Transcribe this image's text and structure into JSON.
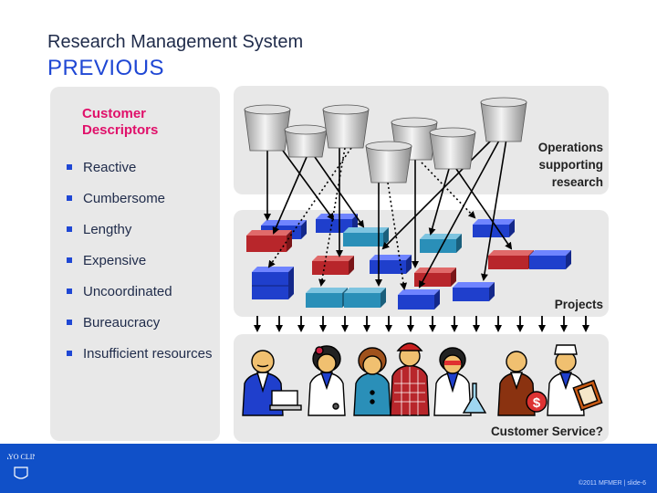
{
  "slide": {
    "title": "Research Management System",
    "subtitle": "PREVIOUS"
  },
  "customer_panel": {
    "heading": "Customer Descriptors",
    "items": [
      {
        "label": "Reactive"
      },
      {
        "label": "Cumbersome"
      },
      {
        "label": "Lengthy"
      },
      {
        "label": "Expensive"
      },
      {
        "label": "Uncoordinated"
      },
      {
        "label": "Bureaucracy"
      },
      {
        "label": "Insufficient resources"
      }
    ]
  },
  "labels": {
    "operations": "Operations supporting research",
    "projects": "Projects",
    "customer_service": "Customer Service?"
  },
  "footer": {
    "logo_text": "MAYO CLINIC",
    "copyright": "©2011 MFMER  |  slide-6"
  },
  "colors": {
    "title": "#1f2b4a",
    "accent_blue": "#1f47d4",
    "heading_pink": "#e0106a",
    "panel_gray": "#e8e8e8",
    "footer_blue": "#1050c8",
    "box_blue": "#1f3fcc",
    "box_red": "#b8262b",
    "box_teal": "#2a8fb8"
  }
}
